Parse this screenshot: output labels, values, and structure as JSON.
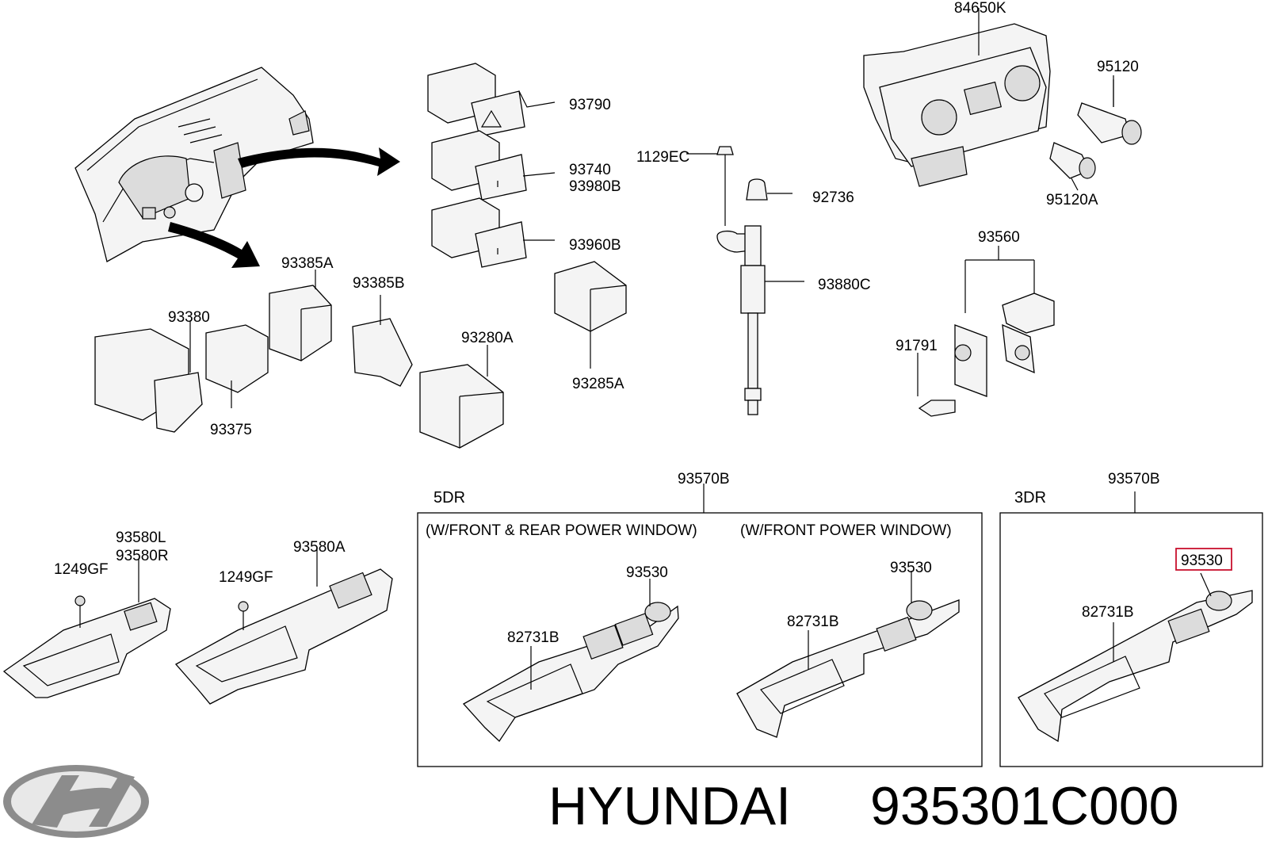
{
  "labels": {
    "p84650K": "84650K",
    "p95120": "95120",
    "p95120A": "95120A",
    "p93790": "93790",
    "p93740": "93740",
    "p93980B": "93980B",
    "p93960B": "93960B",
    "p1129EC": "1129EC",
    "p92736": "92736",
    "p93880C": "93880C",
    "p93560": "93560",
    "p91791": "91791",
    "p93385A": "93385A",
    "p93385B": "93385B",
    "p93380": "93380",
    "p93375": "93375",
    "p93280A": "93280A",
    "p93285A": "93285A",
    "p93570B_5dr": "93570B",
    "p93570B_3dr": "93570B",
    "sec_5dr": "5DR",
    "sec_3dr": "3DR",
    "cap_front_rear": "(W/FRONT & REAR POWER WINDOW)",
    "cap_front": "(W/FRONT POWER WINDOW)",
    "p93580L": "93580L",
    "p93580R": "93580R",
    "p1249GF_a": "1249GF",
    "p1249GF_b": "1249GF",
    "p93580A": "93580A",
    "p93530_a": "93530",
    "p93530_b": "93530",
    "p93530_c": "93530",
    "p82731B_a": "82731B",
    "p82731B_b": "82731B",
    "p82731B_c": "82731B"
  },
  "footer": {
    "brand": "HYUNDAI",
    "part_number": "935301C000"
  },
  "colors": {
    "highlight": "#c8102e",
    "logo_gray": "#8c8c8c"
  }
}
